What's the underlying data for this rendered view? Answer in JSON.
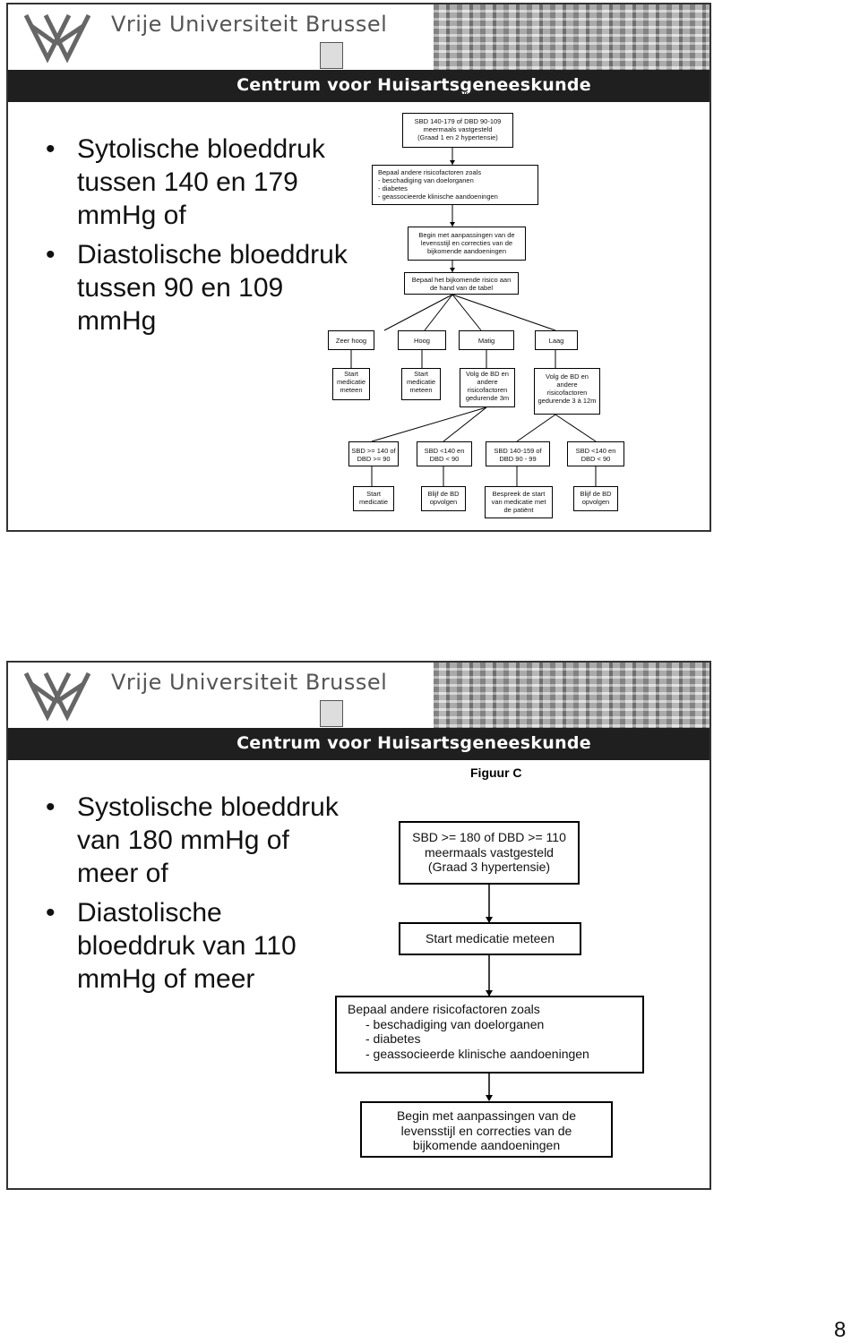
{
  "header": {
    "university": "Vrije Universiteit Brussel",
    "centrum": "Centrum voor Huisartsgeneeskunde"
  },
  "slide1": {
    "bullets": [
      "Sytolische bloeddruk tussen 140 en 179 mmHg of",
      "Diastolische bloeddruk tussen 90 en 109 mmHg"
    ],
    "figure_label": "Figuur B",
    "box_top": [
      "SBD 140-179 of DBD 90-109",
      "meermaals vastgesteld",
      "(Graad 1 en 2 hypertensie)"
    ],
    "box_risk": [
      "Bepaal andere risicofactoren zoals",
      "-   beschadiging van doelorganen",
      "-   diabetes",
      "-   geassocieerde klinische aandoeningen"
    ],
    "box_lifestyle": [
      "Begin met aanpassingen van de",
      "levensstijl en correcties van de",
      "bijkomende aandoeningen"
    ],
    "box_assess": [
      "Bepaal het bijkomende risico aan",
      "de hand van de tabel"
    ],
    "risk_levels": [
      "Zeer hoog",
      "Hoog",
      "Matig",
      "Laag"
    ],
    "actions": [
      [
        "Start",
        "medicatie",
        "meteen"
      ],
      [
        "Start",
        "medicatie",
        "meteen"
      ],
      [
        "Volg de BD en",
        "andere",
        "risicofactoren",
        "gedurende 3m"
      ],
      [
        "Volg de BD en",
        "andere",
        "risicofactoren",
        "gedurende 3 à 12m"
      ]
    ],
    "outcomes": [
      [
        "SBD >= 140 of",
        "DBD >= 90"
      ],
      [
        "SBD <140 en",
        "DBD < 90"
      ],
      [
        "SBD 140-159 of",
        "DBD 90 - 99"
      ],
      [
        "SBD <140 en",
        "DBD < 90"
      ]
    ],
    "results": [
      [
        "Start",
        "medicatie"
      ],
      [
        "Blijf de BD",
        "opvolgen"
      ],
      [
        "Bespreek de start",
        "van medicatie met",
        "de patiënt"
      ],
      [
        "Blijf de BD",
        "opvolgen"
      ]
    ]
  },
  "slide2": {
    "bullets": [
      "Systolische bloeddruk van 180 mmHg of meer of",
      "Diastolische bloeddruk van 110 mmHg of meer"
    ],
    "figure_label": "Figuur C",
    "box_top": [
      "SBD >= 180 of DBD >= 110",
      "meermaals vastgesteld",
      "(Graad 3 hypertensie)"
    ],
    "box_start": "Start medicatie meteen",
    "box_risk": [
      "Bepaal andere risicofactoren zoals",
      "-   beschadiging van doelorganen",
      "-   diabetes",
      "-   geassocieerde klinische aandoeningen"
    ],
    "box_lifestyle": [
      "Begin met aanpassingen van de",
      "levensstijl en correcties van de",
      "bijkomende aandoeningen"
    ]
  },
  "page_number": "8"
}
